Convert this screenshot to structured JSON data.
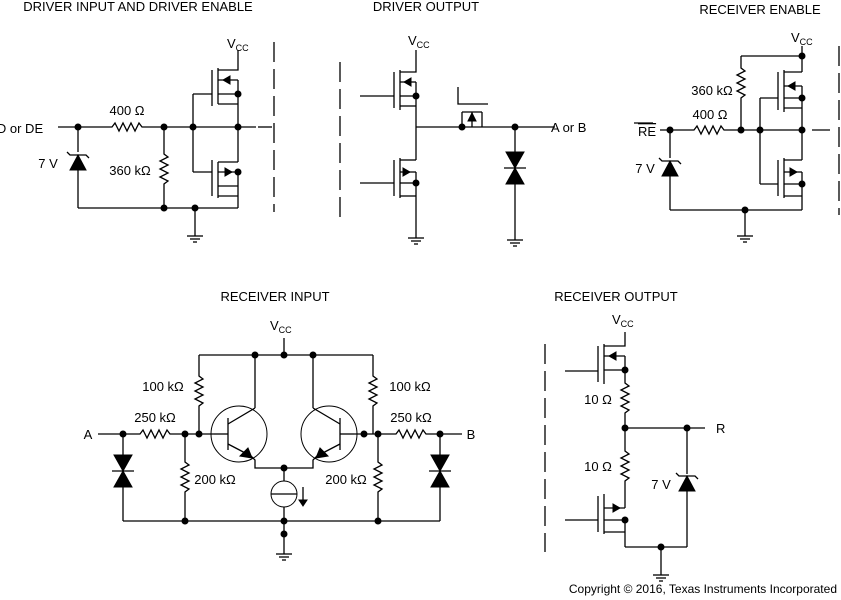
{
  "titles": {
    "driver_input": "DRIVER INPUT AND DRIVER ENABLE",
    "driver_output": "DRIVER OUTPUT",
    "receiver_enable": "RECEIVER ENABLE",
    "receiver_input": "RECEIVER INPUT",
    "receiver_output": "RECEIVER OUTPUT"
  },
  "vcc": {
    "main": "V",
    "sub": "CC"
  },
  "driver_input": {
    "pin": "D or DE",
    "r_series": "400 Ω",
    "r_pulldown": "360 kΩ",
    "zener": "7 V"
  },
  "driver_output": {
    "pin": "A or B"
  },
  "receiver_enable": {
    "pin": "RE",
    "r_pullup": "360 kΩ",
    "r_series": "400 Ω",
    "zener": "7 V"
  },
  "receiver_input": {
    "pin_a": "A",
    "pin_b": "B",
    "r_top_left": "100 kΩ",
    "r_top_right": "100 kΩ",
    "r_series_left": "250 kΩ",
    "r_series_right": "250 kΩ",
    "r_bottom_left": "200 kΩ",
    "r_bottom_right": "200 kΩ"
  },
  "receiver_output": {
    "pin": "R",
    "r_top": "10 Ω",
    "r_bottom": "10 Ω",
    "zener": "7 V"
  },
  "copyright": "Copyright © 2016, Texas Instruments Incorporated"
}
